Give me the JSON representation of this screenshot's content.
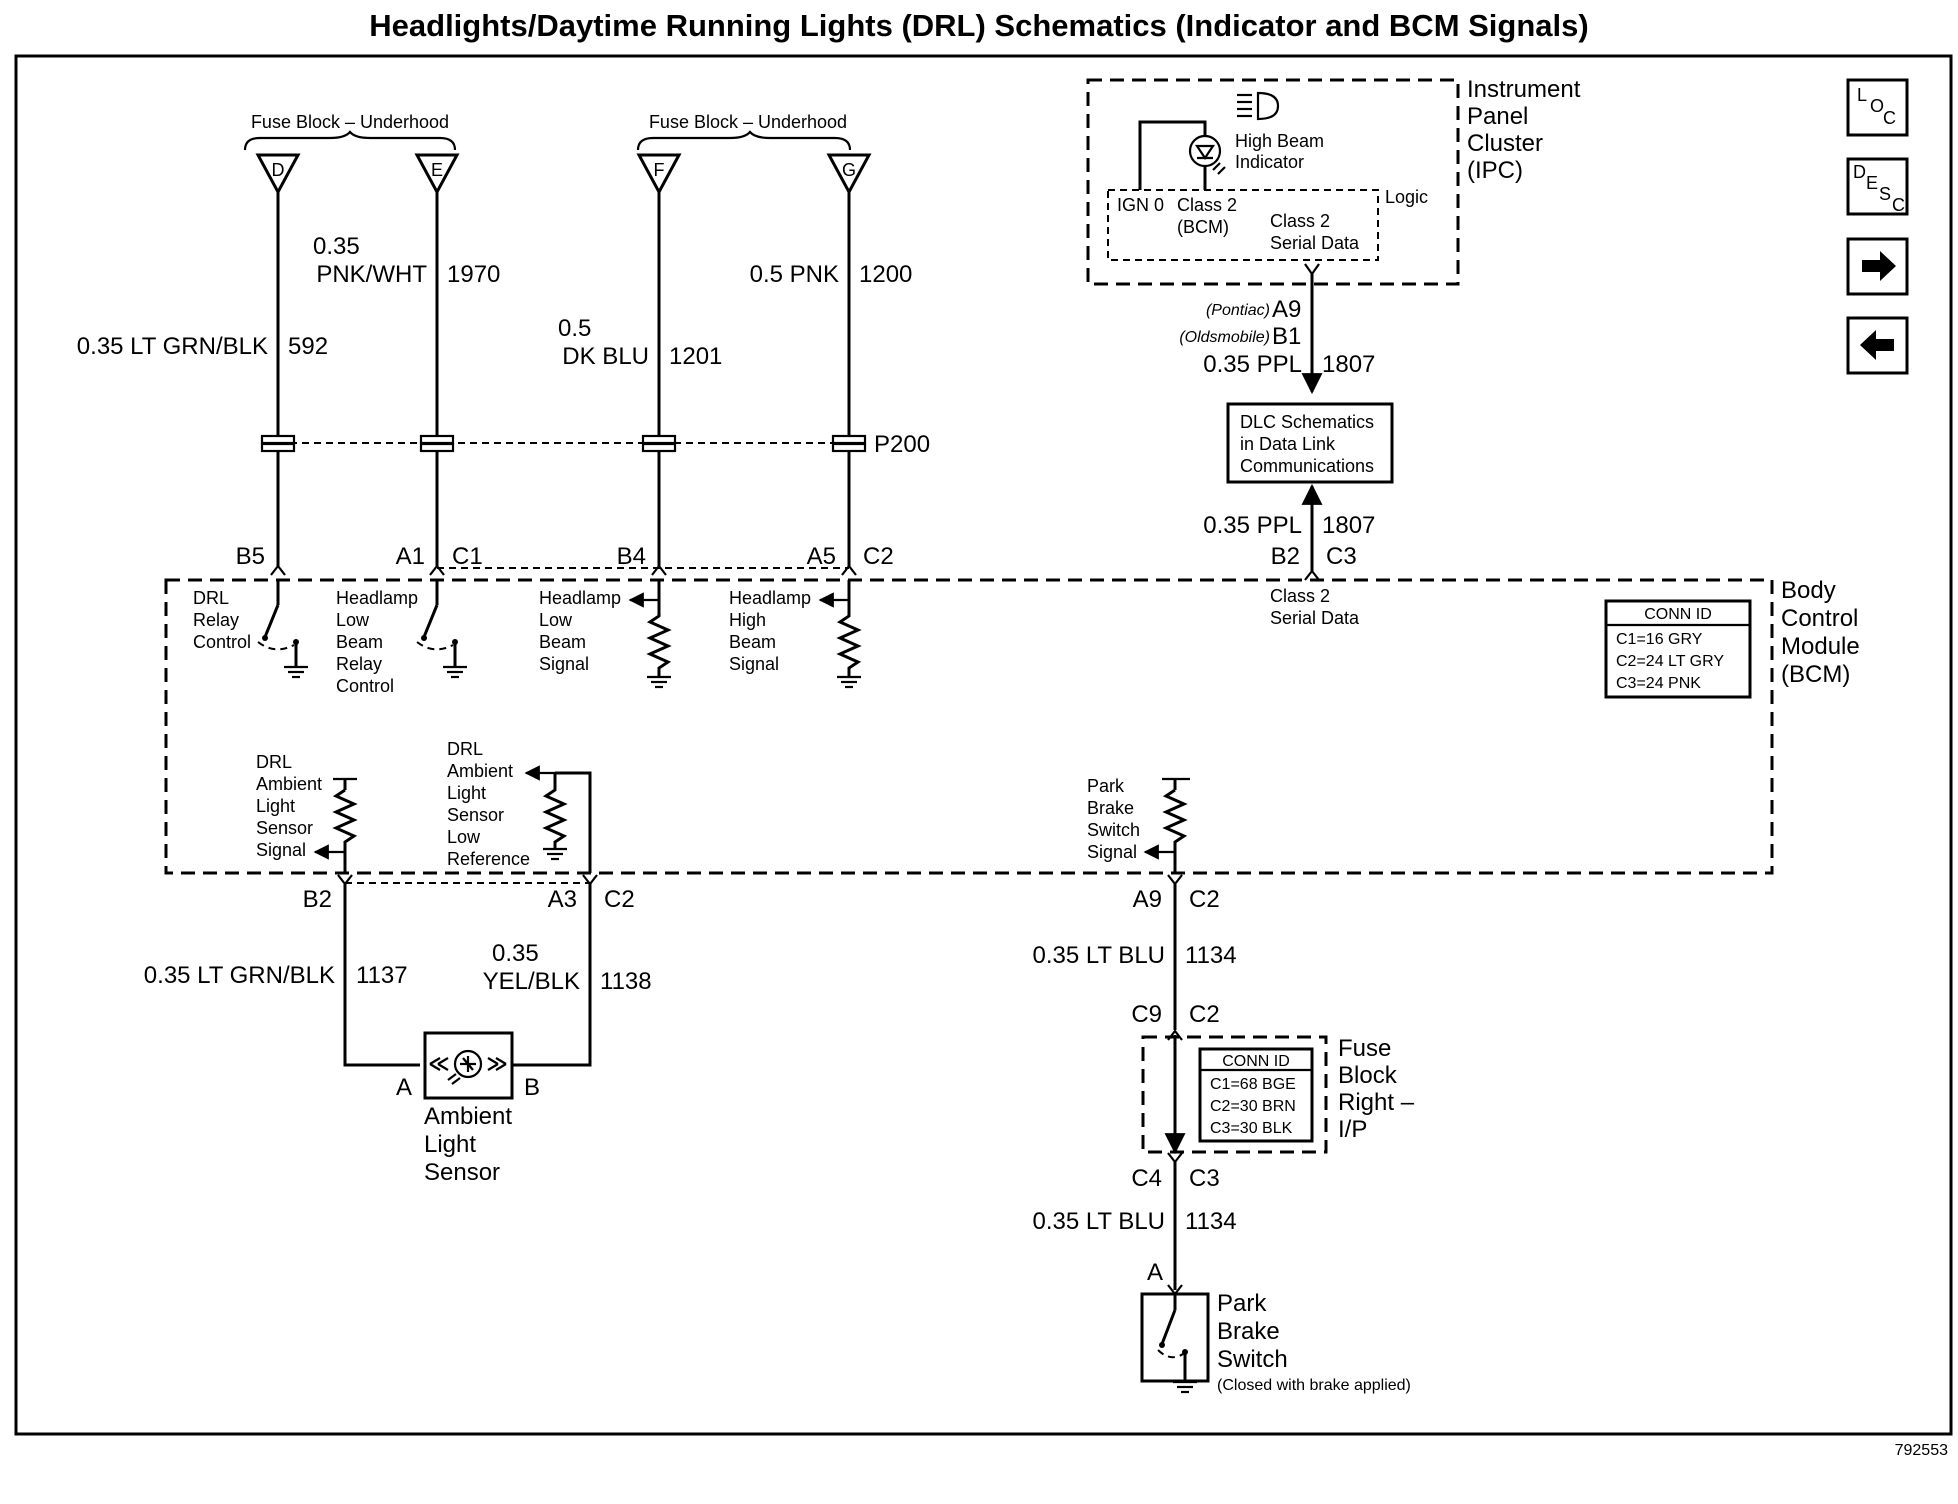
{
  "title": "Headlights/Daytime Running Lights (DRL) Schematics (Indicator and BCM Signals)",
  "fuse_block_left": "Fuse Block – Underhood",
  "fuse_block_right": "Fuse Block – Underhood",
  "fuses": [
    "D",
    "E",
    "F",
    "G"
  ],
  "wires_top": {
    "w592": {
      "gauge": "0.35 LT GRN/BLK",
      "circuit": "592"
    },
    "w1970": {
      "gauge1": "0.35",
      "gauge2": "PNK/WHT",
      "circuit": "1970"
    },
    "w1201": {
      "gauge1": "0.5",
      "gauge2": "DK BLU",
      "circuit": "1201"
    },
    "w1200": {
      "gauge": "0.5 PNK",
      "circuit": "1200"
    }
  },
  "splice_label": "P200",
  "pins_top": {
    "b5": "B5",
    "a1": "A1",
    "c1": "C1",
    "b4": "B4",
    "a5": "A5",
    "c2": "C2"
  },
  "bcm": {
    "label": [
      "Body",
      "Control",
      "Module",
      "(BCM)"
    ],
    "drl_relay": [
      "DRL",
      "Relay",
      "Control"
    ],
    "lowbeam_relay": [
      "Headlamp",
      "Low",
      "Beam",
      "Relay",
      "Control"
    ],
    "lowbeam_signal": [
      "Headlamp",
      "Low",
      "Beam",
      "Signal"
    ],
    "highbeam_signal": [
      "Headlamp",
      "High",
      "Beam",
      "Signal"
    ],
    "class2": [
      "Class 2",
      "Serial Data"
    ],
    "ambient_signal": [
      "DRL",
      "Ambient",
      "Light",
      "Sensor",
      "Signal"
    ],
    "ambient_lowref": [
      "DRL",
      "Ambient",
      "Light",
      "Sensor",
      "Low",
      "Reference"
    ],
    "park_brake_signal": [
      "Park",
      "Brake",
      "Switch",
      "Signal"
    ],
    "conn_id_title": "CONN ID",
    "conn_ids": [
      "C1=16 GRY",
      "C2=24 LT GRY",
      "C3=24 PNK"
    ]
  },
  "ipc": {
    "label": [
      "Instrument",
      "Panel",
      "Cluster",
      "(IPC)"
    ],
    "high_beam": [
      "High Beam",
      "Indicator"
    ],
    "logic": "Logic",
    "ign0": "IGN 0",
    "class2_bcm": [
      "Class 2",
      "(BCM)"
    ],
    "class2_serial": [
      "Class 2",
      "Serial Data"
    ]
  },
  "ipc_conn": {
    "pontiac": "(Pontiac)",
    "pontiac_pin": "A9",
    "olds": "(Oldsmobile)",
    "olds_pin": "B1",
    "gauge": "0.35 PPL",
    "circuit": "1807"
  },
  "dlc_box": [
    "DLC Schematics",
    "in Data Link",
    "Communications"
  ],
  "bcm_dlc": {
    "gauge": "0.35 PPL",
    "circuit": "1807",
    "pin1": "B2",
    "pin2": "C3"
  },
  "pins_bottom": {
    "b2": "B2",
    "a3": "A3",
    "c2": "C2",
    "a9": "A9",
    "c2b": "C2"
  },
  "wires_bottom": {
    "w1137": {
      "gauge": "0.35 LT GRN/BLK",
      "circuit": "1137"
    },
    "w1138": {
      "gauge1": "0.35",
      "gauge2": "YEL/BLK",
      "circuit": "1138"
    },
    "w1134a": {
      "gauge": "0.35 LT BLU",
      "circuit": "1134"
    },
    "w1134b": {
      "gauge": "0.35 LT BLU",
      "circuit": "1134"
    }
  },
  "ambient_sensor": {
    "label": [
      "Ambient",
      "Light",
      "Sensor"
    ],
    "pin_a": "A",
    "pin_b": "B"
  },
  "fuse_block_ip": {
    "label": [
      "Fuse",
      "Block",
      "Right –",
      "I/P"
    ],
    "conn_id_title": "CONN ID",
    "conn_ids": [
      "C1=68 BGE",
      "C2=30 BRN",
      "C3=30 BLK"
    ],
    "pin_top1": "C9",
    "pin_top2": "C2",
    "pin_bot1": "C4",
    "pin_bot2": "C3"
  },
  "park_brake": {
    "label": [
      "Park",
      "Brake",
      "Switch"
    ],
    "note": "(Closed with brake applied)",
    "pin": "A"
  },
  "nav": {
    "loc": [
      "L",
      "O",
      "C"
    ],
    "desc": [
      "D",
      "E",
      "S",
      "C"
    ]
  },
  "figure_id": "792553"
}
